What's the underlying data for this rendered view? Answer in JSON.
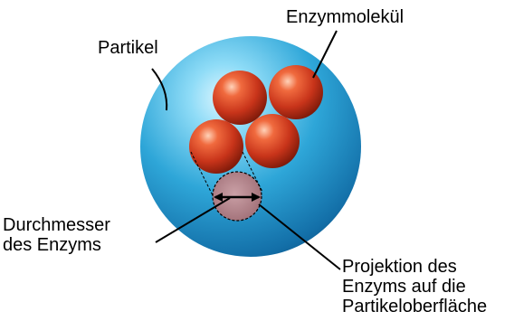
{
  "labels": {
    "particle": "Partikel",
    "enzyme_molecule": "Enzymmolekül",
    "diameter_line1": "Durchmesser",
    "diameter_line2": "des Enzyms",
    "projection_line1": "Projektion des",
    "projection_line2": "Enzyms auf die",
    "projection_line3": "Partikeloberfläche"
  },
  "colors": {
    "particle": "#2ea6d8",
    "enzyme": "#c8341a",
    "projection": "#b98a90",
    "text": "#000000"
  }
}
